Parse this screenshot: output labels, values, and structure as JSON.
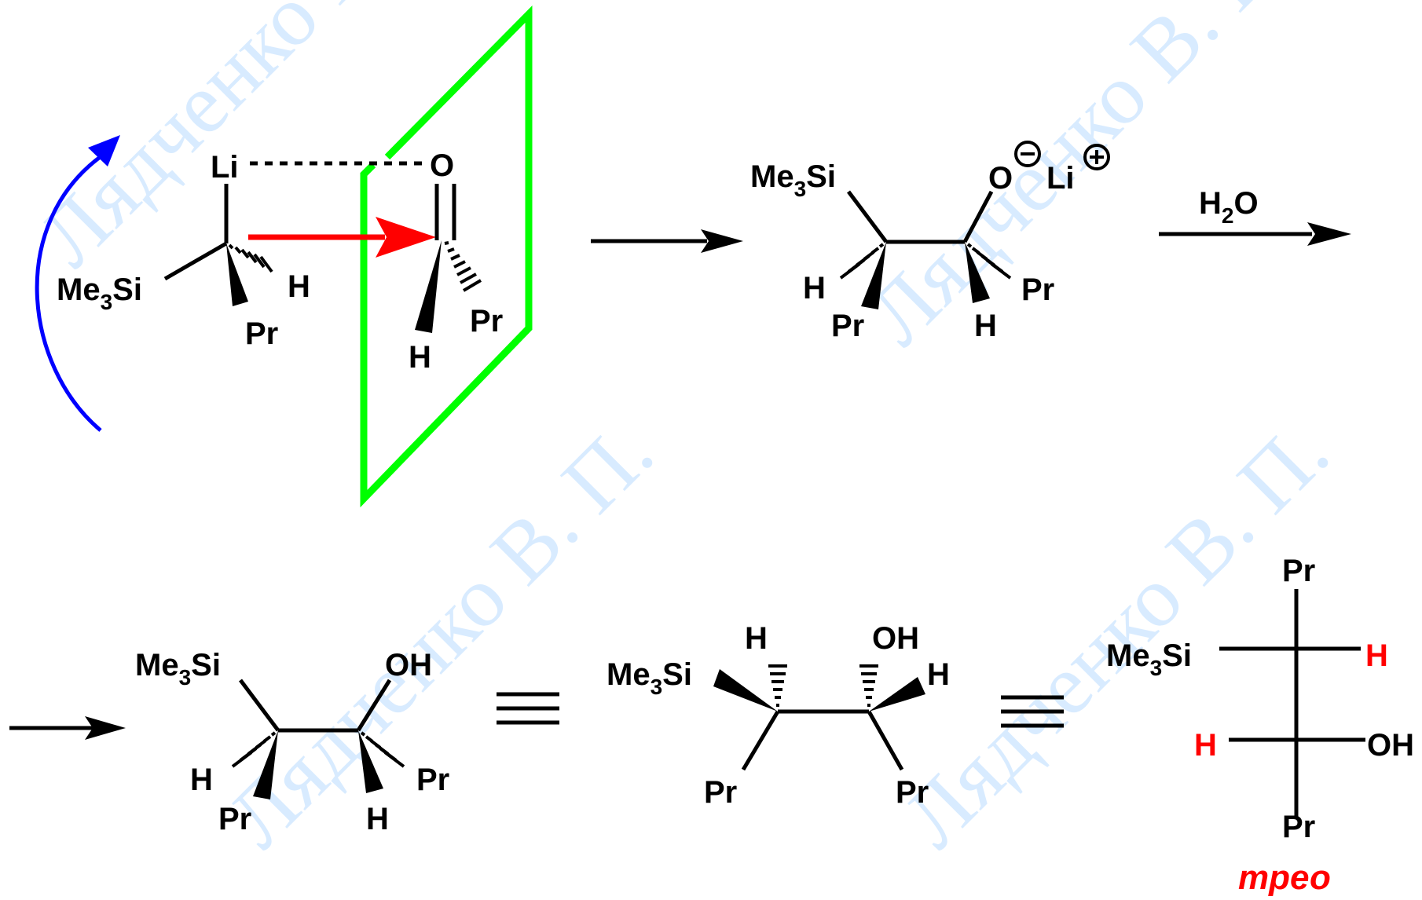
{
  "watermark": "Лядченко В. П.",
  "labels": {
    "li": "Li",
    "o": "O",
    "oh": "OH",
    "h": "H",
    "pr": "Pr",
    "me3si_me": "Me",
    "me3si_sub": "3",
    "me3si_si": "Si",
    "water_h": "H",
    "water_sub": "2",
    "water_o": "O",
    "minus": "−",
    "plus": "+",
    "threo": "трео"
  },
  "colors": {
    "bond": "#000000",
    "rotation_arrow": "#0000ff",
    "attack_arrow": "#ff0000",
    "plane": "#00ff00",
    "highlight": "#ff0000",
    "watermark": "#c7e3ff"
  },
  "steps": [
    "addition of α-silyl organolithium to butanal",
    "lithium alkoxide intermediate",
    "hydrolysis with H2O",
    "β-hydroxysilane, threo isomer"
  ]
}
